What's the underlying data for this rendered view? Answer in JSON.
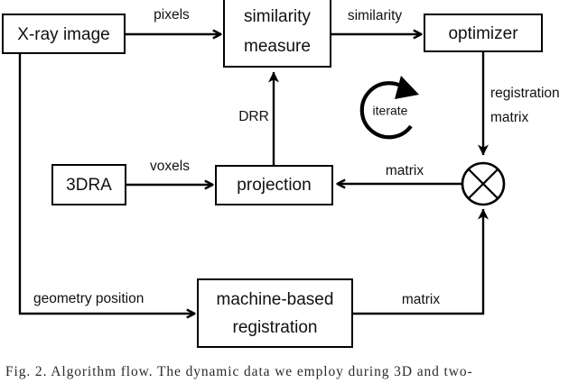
{
  "figure": {
    "type": "flowchart",
    "caption": "Fig. 2.   Algorithm flow.   The dynamic data we employ during 3D and two-"
  },
  "nodes": {
    "xray_image": {
      "label": "X-ray image"
    },
    "similarity_measure": {
      "label_line1": "similarity",
      "label_line2": "measure"
    },
    "optimizer": {
      "label": "optimizer"
    },
    "tdra": {
      "label": "3DRA"
    },
    "projection": {
      "label": "projection"
    },
    "machine_registration": {
      "label_line1": "machine-based",
      "label_line2": "registration"
    },
    "combiner": {
      "label": "circle-cross-operator"
    }
  },
  "edges": {
    "pixels": {
      "label": "pixels"
    },
    "similarity": {
      "label": "similarity"
    },
    "registration_matrix": {
      "label_line1": "registration",
      "label_line2": "matrix"
    },
    "matrix_to_projection": {
      "label": "matrix"
    },
    "matrix_from_machine": {
      "label": "matrix"
    },
    "voxels": {
      "label": "voxels"
    },
    "drr": {
      "label": "DRR"
    },
    "geometry_position": {
      "label": "geometry position"
    }
  },
  "annotations": {
    "iterate": {
      "label": "iterate"
    }
  },
  "colors": {
    "stroke": "#000000",
    "fill": "#ffffff",
    "text": "#111111",
    "caption": "#2b2b2b"
  }
}
